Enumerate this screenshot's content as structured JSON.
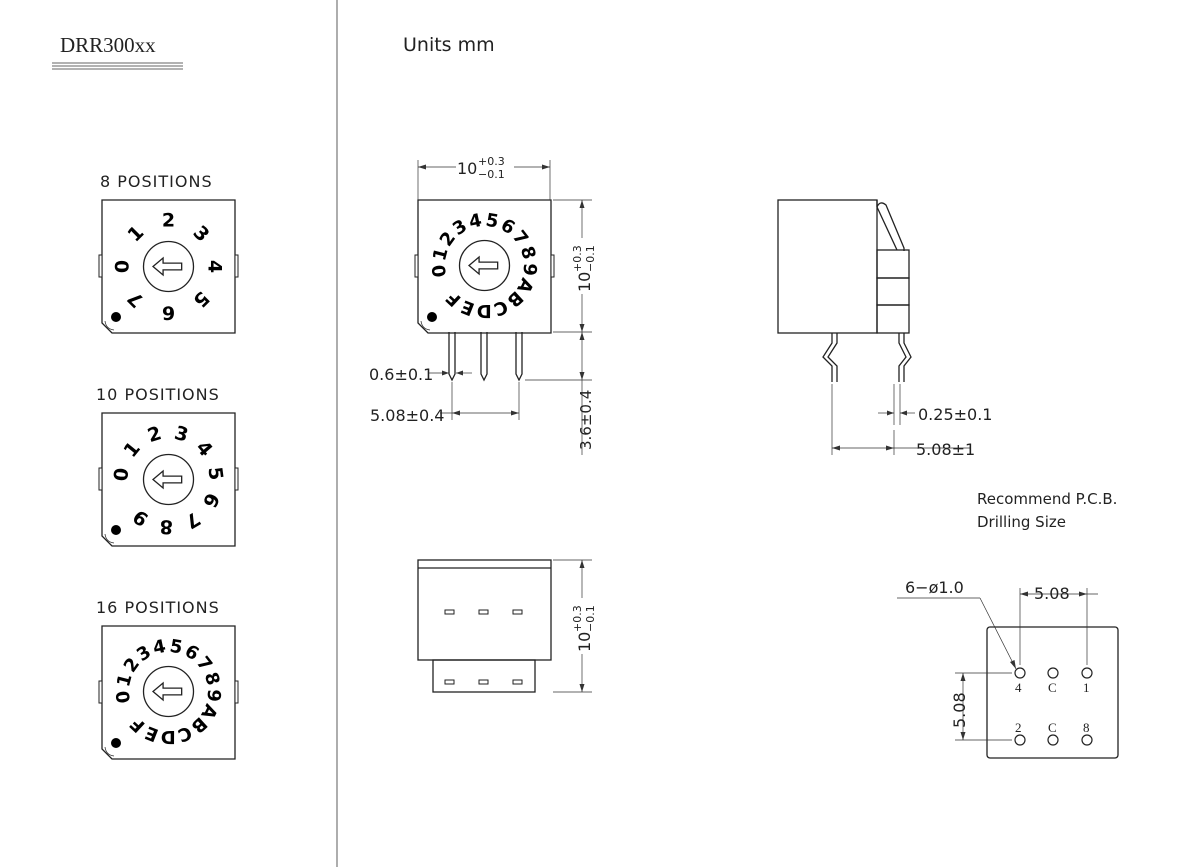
{
  "title": "DRR300xx",
  "units": "Units mm",
  "sections": [
    {
      "label": "8 POSITIONS",
      "dial": [
        "0",
        "1",
        "2",
        "3",
        "4",
        "5",
        "6",
        "7"
      ]
    },
    {
      "label": "10 POSITIONS",
      "dial": [
        "0",
        "1",
        "2",
        "3",
        "4",
        "5",
        "6",
        "7",
        "8",
        "9"
      ]
    },
    {
      "label": "16 POSITIONS",
      "dial": [
        "0",
        "1",
        "2",
        "3",
        "4",
        "5",
        "6",
        "7",
        "8",
        "9",
        "A",
        "B",
        "C",
        "D",
        "E",
        "F"
      ]
    }
  ],
  "front_dial": [
    "0",
    "1",
    "2",
    "3",
    "4",
    "5",
    "6",
    "7",
    "8",
    "9",
    "A",
    "B",
    "C",
    "D",
    "E",
    "F"
  ],
  "dims": {
    "width_main": "10",
    "width_tol_up": "+0.3",
    "width_tol_dn": "−0.1",
    "height_main": "10",
    "height_tol_up": "+0.3",
    "height_tol_dn": "−0.1",
    "pin_width": "0.6±0.1",
    "pin_pitch": "5.08±0.4",
    "pin_length": "3.6±0.4",
    "pin_thickness": "0.25±0.1",
    "side_pitch": "5.08±1",
    "bottom_main": "10",
    "bottom_tol_up": "+0.3",
    "bottom_tol_dn": "−0.1"
  },
  "pcb": {
    "title_line1": "Recommend P.C.B.",
    "title_line2": "Drilling Size",
    "holes": "6−ø1.0",
    "pitch_x": "5.08",
    "pitch_y": "5.08",
    "top_labels": [
      "4",
      "C",
      "1"
    ],
    "bottom_labels": [
      "2",
      "C",
      "8"
    ]
  }
}
